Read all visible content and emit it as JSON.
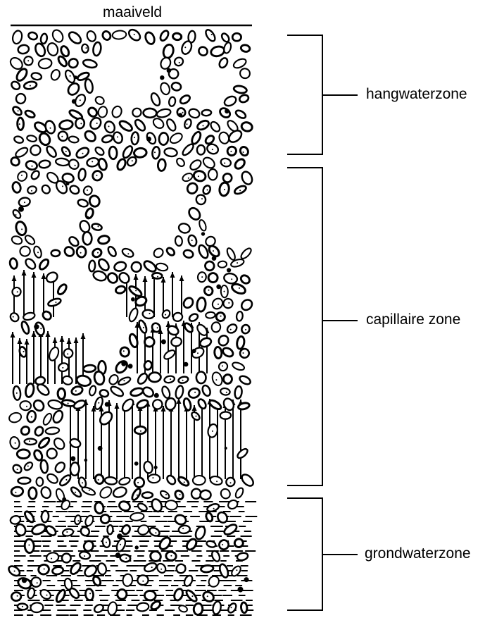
{
  "surface": {
    "label": "maaiveld"
  },
  "zones": [
    {
      "id": "hang",
      "label": "hangwaterzone"
    },
    {
      "id": "cap",
      "label": "capillaire zone"
    },
    {
      "id": "grond",
      "label": "grondwaterzone"
    }
  ]
}
